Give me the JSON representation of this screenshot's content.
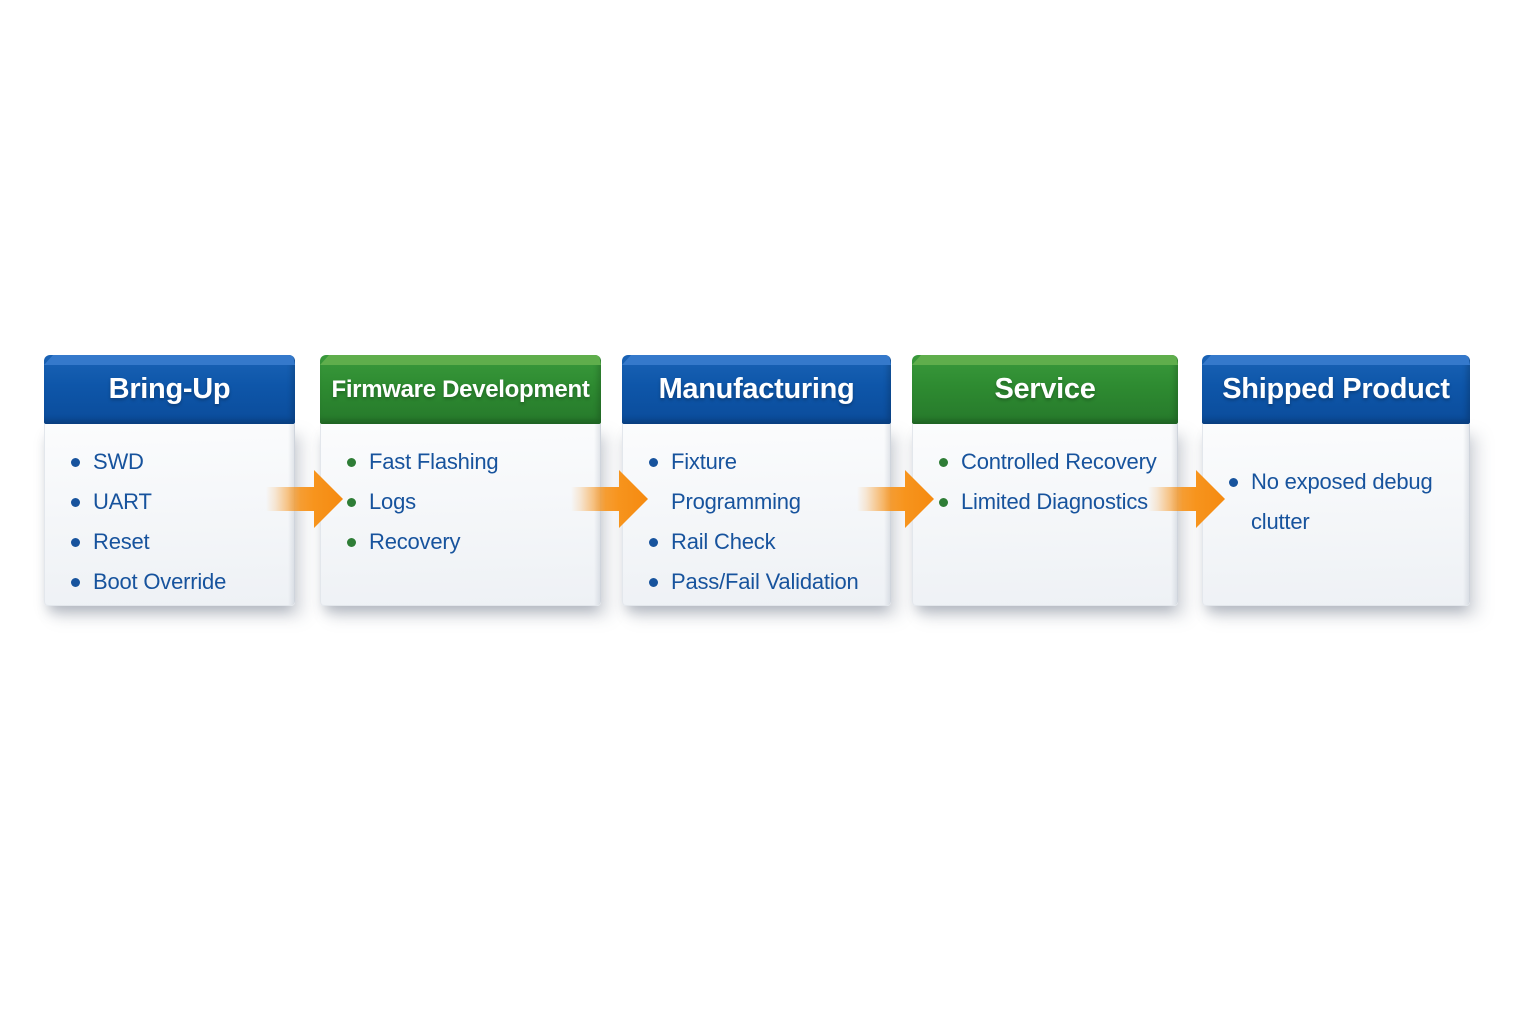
{
  "colors": {
    "header_blue_face": "#0e56a9",
    "header_blue_top": "#3579cb",
    "header_green_face": "#2e8b31",
    "header_green_top": "#5fae4c",
    "accent_orange": "#f7940e",
    "arrow_orange": "#f7941d",
    "text_navy": "#17539d",
    "bullet_green": "#2e7d36",
    "body_bg_top": "#fbfcfd",
    "body_bg_bottom": "#eef1f5"
  },
  "stages": [
    {
      "title": "Bring-Up",
      "theme": "blue",
      "items": [
        "SWD",
        "UART",
        "Reset",
        "Boot Override"
      ]
    },
    {
      "title": "Firmware Development",
      "theme": "green",
      "items": [
        "Fast Flashing",
        "Logs",
        "Recovery"
      ]
    },
    {
      "title": "Manufacturing",
      "theme": "blue",
      "items": [
        "Fixture Programming",
        "Rail Check",
        "Pass/Fail Validation"
      ]
    },
    {
      "title": "Service",
      "theme": "green",
      "items": [
        "Controlled Recovery",
        "Limited Diagnostics"
      ]
    },
    {
      "title": "Shipped Product",
      "theme": "blue",
      "items": [
        "No exposed debug clutter"
      ]
    }
  ],
  "flow": {
    "arrow_count": 4
  }
}
